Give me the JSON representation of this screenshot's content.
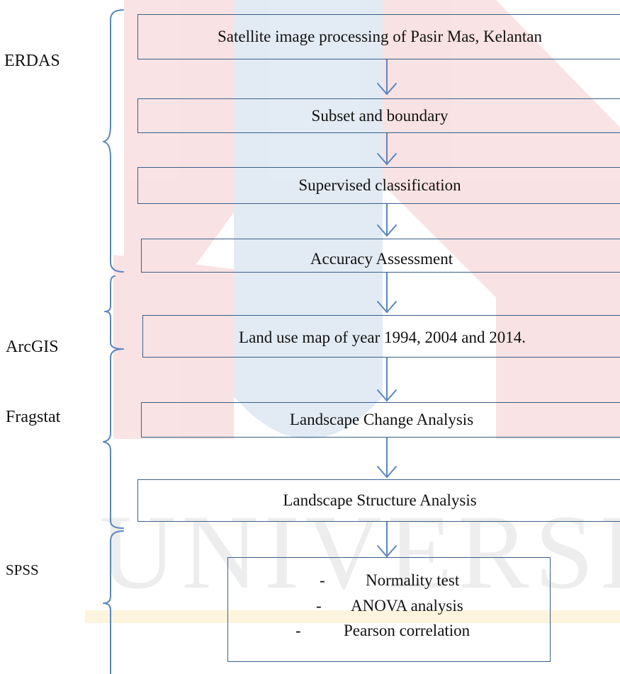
{
  "tools": {
    "erdas": "ERDAS",
    "arcgis": "ArcGIS",
    "fragstat": "Fragstat",
    "spss": "SPSS"
  },
  "steps": [
    "Satellite image processing of Pasir Mas, Kelantan",
    "Subset and boundary",
    "Supervised classification",
    "Accuracy Assessment",
    "Land use map of year 1994, 2004 and 2014.",
    "Landscape Change Analysis",
    "Landscape Structure Analysis"
  ],
  "statistics": {
    "bullet": "-",
    "items": [
      "Normality test",
      "ANOVA analysis",
      "Pearson correlation"
    ]
  },
  "watermark": {
    "text": "UNIVERSITI",
    "colors": {
      "red": "#d8262f",
      "blue": "#2a6bb0",
      "yellow": "#f2b21c",
      "grey": "#aaaaaa"
    }
  },
  "colors": {
    "line": "#5b86c0",
    "border": "#3a5f8a"
  }
}
